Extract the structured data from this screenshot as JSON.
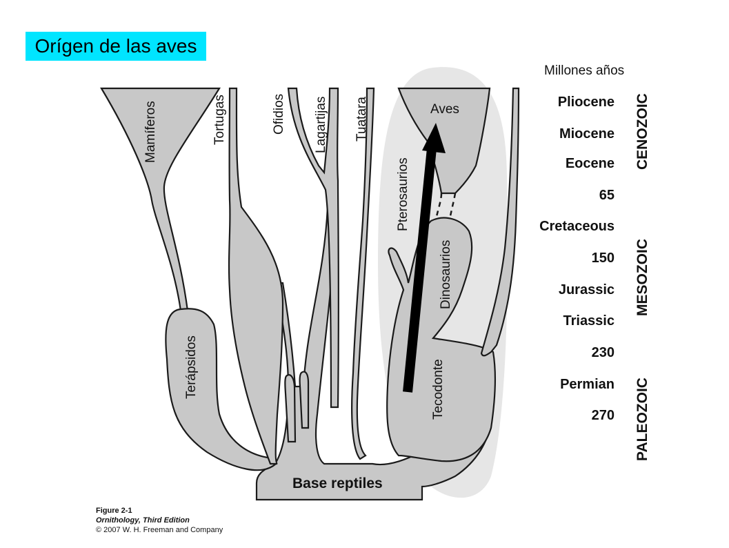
{
  "title": "Orígen de las aves",
  "scale_header": "Millones años",
  "time_labels": [
    "Pliocene",
    "Miocene",
    "Eocene",
    "65",
    "Cretaceous",
    "150",
    "Jurassic",
    "Triassic",
    "230",
    "Permian",
    "270"
  ],
  "eras": [
    "CENOZOIC",
    "MESOZOIC",
    "PALEOZOIC"
  ],
  "branches": {
    "mamiferos": "Mamíferos",
    "tortugas": "Tortugas",
    "ofidios": "Ofidios",
    "lagartijas": "Lagartijas",
    "tuatara": "Tuatara",
    "aves": "Aves",
    "pterosaurios": "Pterosaurios",
    "dinosaurios": "Dinosaurios",
    "terapsidos": "Terápsidos",
    "tecodonte": "Tecodonte",
    "base": "Base reptiles"
  },
  "caption": {
    "figure": "Figure 2-1",
    "book": "Ornithology, Third Edition",
    "copyright": "© 2007 W. H. Freeman and Company"
  },
  "colors": {
    "title_bg": "#00e5ff",
    "branch_fill": "#c8c8c8",
    "highlight": "#e6e6e6",
    "arrow": "#000000"
  }
}
